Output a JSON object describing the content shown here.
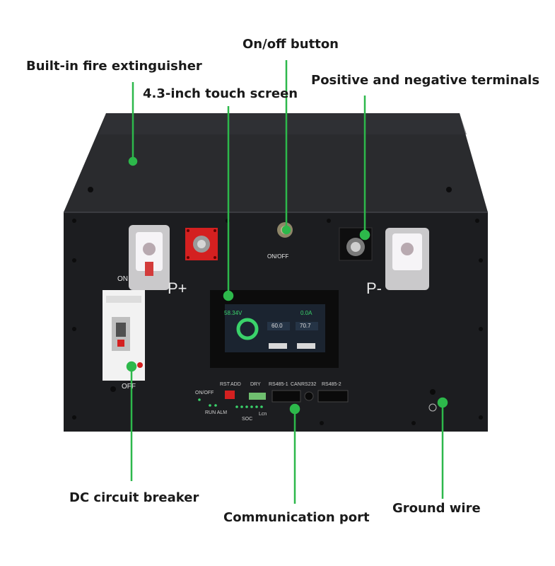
{
  "callouts": {
    "fire_extinguisher": "Built-in fire extinguisher",
    "on_off_button": "On/off button",
    "touch_screen": "4.3-inch touch screen",
    "terminals": "Positive and negative terminals",
    "circuit_breaker": "DC circuit breaker",
    "communication_port": "Communication port",
    "ground_wire": "Ground wire"
  },
  "panel": {
    "pos_label": "P+",
    "neg_label": "P-",
    "on_label": "ON",
    "off_label": "OFF",
    "onoff_switch_label": "ON/OFF",
    "rst": "RST",
    "add": "ADD",
    "dry": "DRY",
    "onoff_small": "ON/OFF",
    "rs485_1": "RS485-1",
    "can": "CAN",
    "rs232": "RS232",
    "rs485_2": "RS485-2",
    "run_alm": "RUN ALM",
    "lcn": "Lcn",
    "soc": "SOC"
  },
  "screen": {
    "voltage": "58.34V",
    "current": "0.0A",
    "value_a": "60.0",
    "value_b": "70.7"
  },
  "colors": {
    "callout_line": "#2db84b",
    "enclosure": "#1e1f22",
    "terminal_red": "#d42020"
  }
}
